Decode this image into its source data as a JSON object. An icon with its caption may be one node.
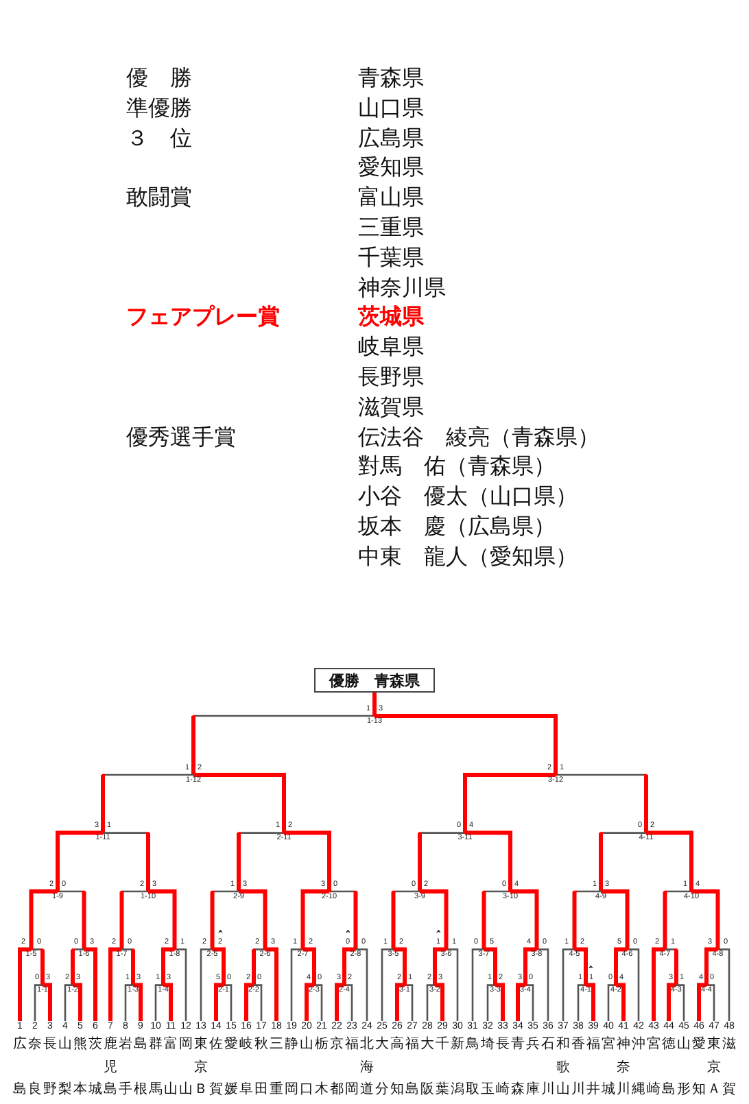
{
  "diagram": {
    "nodes": [
      {
        "text": [
          "優勝　青森県"
        ]
      },
      {
        "text": [
          "1-13"
        ],
        "beside": [
          "1",
          "3"
        ]
      },
      {
        "text": [
          "1-12"
        ],
        "beside": [
          "1",
          "2"
        ]
      },
      {
        "text": [
          "3-12"
        ],
        "beside": [
          "2",
          "1"
        ]
      },
      {
        "text": [
          "1-11"
        ],
        "beside": [
          "3",
          "1"
        ]
      },
      {
        "text": [
          "2-11"
        ],
        "beside": [
          "1",
          "2"
        ]
      },
      {
        "text": [
          "3-11"
        ],
        "beside": [
          "0",
          "4"
        ]
      },
      {
        "text": [
          "4-11"
        ],
        "beside": [
          "0",
          "2"
        ]
      },
      {
        "text": [
          "1-9"
        ],
        "beside": [
          "2",
          "0"
        ]
      },
      {
        "text": [
          "1-10"
        ],
        "beside": [
          "2",
          "3"
        ]
      },
      {
        "text": [
          "2-9"
        ],
        "beside": [
          "1",
          "3"
        ]
      },
      {
        "text": [
          "2-10"
        ],
        "beside": [
          "3",
          "0"
        ]
      },
      {
        "text": [
          "3-9"
        ],
        "beside": [
          "0",
          "2"
        ]
      },
      {
        "text": [
          "3-10"
        ],
        "beside": [
          "0",
          "4"
        ]
      },
      {
        "text": [
          "4-9"
        ],
        "beside": [
          "1",
          "3"
        ]
      },
      {
        "text": [
          "4-10"
        ],
        "beside": [
          "1",
          "4"
        ]
      },
      {
        "text": [
          "1-5"
        ],
        "beside": [
          "2",
          "0"
        ]
      },
      {
        "text": [
          "1-6"
        ],
        "beside": [
          "0",
          "3"
        ]
      },
      {
        "text": [
          "1-7"
        ],
        "beside": [
          "2",
          "0"
        ]
      },
      {
        "text": [
          "1-8"
        ],
        "beside": [
          "2",
          "1"
        ]
      },
      {
        "text": [
          "2-5"
        ],
        "beside": [
          "2",
          "2"
        ]
      },
      {
        "text": [
          "2-6"
        ],
        "beside": [
          "2",
          "3"
        ]
      },
      {
        "text": [
          "2-7"
        ],
        "beside": [
          "1",
          "2"
        ]
      },
      {
        "text": [
          "2-8"
        ],
        "beside": [
          "0",
          "0"
        ]
      },
      {
        "text": [
          "3-5"
        ],
        "beside": [
          "1",
          "2"
        ]
      },
      {
        "text": [
          "3-6"
        ],
        "beside": [
          "1",
          "1"
        ]
      },
      {
        "text": [
          "3-7"
        ],
        "beside": [
          "0",
          "5"
        ]
      },
      {
        "text": [
          "3-8"
        ],
        "beside": [
          "4",
          "0"
        ]
      },
      {
        "text": [
          "4-5"
        ],
        "beside": [
          "1",
          "2"
        ]
      },
      {
        "text": [
          "4-6"
        ],
        "beside": [
          "5",
          "0"
        ]
      },
      {
        "text": [
          "4-7"
        ],
        "beside": [
          "2",
          "1"
        ]
      },
      {
        "text": [
          "4-8"
        ],
        "beside": [
          "3",
          "0"
        ]
      },
      {
        "text": [
          "1-1"
        ],
        "beside": [
          "0",
          "3"
        ]
      },
      {
        "text": [
          "1-2"
        ],
        "beside": [
          "2",
          "3"
        ]
      },
      {
        "text": [
          "1-3"
        ],
        "beside": [
          "1",
          "3"
        ]
      },
      {
        "text": [
          "1-4"
        ],
        "beside": [
          "1",
          "3"
        ]
      },
      {
        "text": [
          "2-1"
        ],
        "beside": [
          "5",
          "0"
        ]
      },
      {
        "text": [
          "2-2"
        ],
        "beside": [
          "2",
          "0"
        ]
      },
      {
        "text": [
          "2-3"
        ],
        "beside": [
          "4",
          "0"
        ]
      },
      {
        "text": [
          "2-4"
        ],
        "beside": [
          "3",
          "2"
        ]
      },
      {
        "text": [
          "3-1"
        ],
        "beside": [
          "2",
          "1"
        ]
      },
      {
        "text": [
          "3-2"
        ],
        "beside": [
          "2",
          "3"
        ]
      },
      {
        "text": [
          "3-3"
        ],
        "beside": [
          "1",
          "2"
        ]
      },
      {
        "text": [
          "3-4"
        ],
        "beside": [
          "3",
          "0"
        ]
      },
      {
        "text": [
          "4-1"
        ],
        "beside": [
          "1",
          "1"
        ]
      },
      {
        "text": [
          "4-2"
        ],
        "beside": [
          "0",
          "4"
        ]
      },
      {
        "text": [
          "4-3"
        ],
        "beside": [
          "3",
          "1"
        ]
      },
      {
        "text": [
          "4-4"
        ],
        "beside": [
          "4",
          "0"
        ]
      },
      {
        "text": [
          "1",
          "広島"
        ]
      },
      {
        "text": [
          "2",
          "奈良"
        ]
      },
      {
        "text": [
          "3",
          "長野"
        ]
      },
      {
        "text": [
          "4",
          "山梨"
        ]
      },
      {
        "text": [
          "5",
          "熊本"
        ]
      },
      {
        "text": [
          "6",
          "茨城"
        ]
      },
      {
        "text": [
          "7",
          "鹿児島"
        ]
      },
      {
        "text": [
          "8",
          "岩手"
        ]
      },
      {
        "text": [
          "9",
          "島根"
        ]
      },
      {
        "text": [
          "10",
          "群馬"
        ]
      },
      {
        "text": [
          "11",
          "富山"
        ]
      },
      {
        "text": [
          "12",
          "岡山"
        ]
      },
      {
        "text": [
          "13",
          "東京Ｂ"
        ]
      },
      {
        "text": [
          "14",
          "佐賀"
        ]
      },
      {
        "text": [
          "15",
          "愛媛"
        ]
      },
      {
        "text": [
          "16",
          "岐阜"
        ]
      },
      {
        "text": [
          "17",
          "秋田"
        ]
      },
      {
        "text": [
          "18",
          "三重"
        ]
      },
      {
        "text": [
          "19",
          "静岡"
        ]
      },
      {
        "text": [
          "20",
          "山口"
        ]
      },
      {
        "text": [
          "21",
          "栃木"
        ]
      },
      {
        "text": [
          "22",
          "京都"
        ]
      },
      {
        "text": [
          "23",
          "福岡"
        ]
      },
      {
        "text": [
          "24",
          "北海道"
        ]
      },
      {
        "text": [
          "25",
          "大分"
        ]
      },
      {
        "text": [
          "26",
          "高知"
        ]
      },
      {
        "text": [
          "27",
          "福島"
        ]
      },
      {
        "text": [
          "28",
          "大阪"
        ]
      },
      {
        "text": [
          "29",
          "千葉"
        ]
      },
      {
        "text": [
          "30",
          "新潟"
        ]
      },
      {
        "text": [
          "31",
          "鳥取"
        ]
      },
      {
        "text": [
          "32",
          "埼玉"
        ]
      },
      {
        "text": [
          "33",
          "長崎"
        ]
      },
      {
        "text": [
          "34",
          "青森"
        ]
      },
      {
        "text": [
          "35",
          "兵庫"
        ]
      },
      {
        "text": [
          "36",
          "石川"
        ]
      },
      {
        "text": [
          "37",
          "和歌山"
        ]
      },
      {
        "text": [
          "38",
          "香川"
        ]
      },
      {
        "text": [
          "39",
          "福井"
        ]
      },
      {
        "text": [
          "40",
          "宮城"
        ]
      },
      {
        "text": [
          "41",
          "神奈川"
        ]
      },
      {
        "text": [
          "42",
          "沖縄"
        ]
      },
      {
        "text": [
          "43",
          "宮崎"
        ]
      },
      {
        "text": [
          "44",
          "徳島"
        ]
      },
      {
        "text": [
          "45",
          "山形"
        ]
      },
      {
        "text": [
          "46",
          "愛知"
        ]
      },
      {
        "text": [
          "47",
          "東京Ａ"
        ]
      },
      {
        "text": [
          "48",
          "滋賀"
        ]
      }
    ],
    "edges": [
      {
        "from": 2,
        "to": 1,
        "arrow": "none",
        "color": "#555555"
      },
      {
        "from": 3,
        "to": 1,
        "arrow": "none"
      },
      {
        "from": 4,
        "to": 2,
        "arrow": "none",
        "color": "#555555"
      },
      {
        "from": 5,
        "to": 2,
        "arrow": "none"
      },
      {
        "from": 6,
        "to": 3,
        "arrow": "none"
      },
      {
        "from": 7,
        "to": 3,
        "arrow": "none",
        "color": "#555555"
      },
      {
        "from": 8,
        "to": 4,
        "arrow": "none"
      },
      {
        "from": 9,
        "to": 4,
        "arrow": "none",
        "color": "#555555"
      },
      {
        "from": 10,
        "to": 5,
        "arrow": "none",
        "color": "#555555"
      },
      {
        "from": 11,
        "to": 5,
        "arrow": "none"
      },
      {
        "from": 12,
        "to": 6,
        "arrow": "none",
        "color": "#555555"
      },
      {
        "from": 13,
        "to": 6,
        "arrow": "none"
      },
      {
        "from": 14,
        "to": 7,
        "arrow": "none",
        "color": "#555555"
      },
      {
        "from": 15,
        "to": 7,
        "arrow": "none"
      },
      {
        "from": 16,
        "to": 8,
        "arrow": "none"
      },
      {
        "from": 17,
        "to": 8,
        "arrow": "none",
        "color": "#555555"
      },
      {
        "from": 18,
        "to": 9,
        "arrow": "none",
        "color": "#555555"
      },
      {
        "from": 19,
        "to": 9,
        "arrow": "none"
      },
      {
        "from": 20,
        "to": 10,
        "arrow": "none",
        "color": "#555555"
      },
      {
        "from": 21,
        "to": 10,
        "arrow": "none"
      },
      {
        "from": 22,
        "to": 11,
        "arrow": "none"
      },
      {
        "from": 23,
        "to": 11,
        "arrow": "none",
        "color": "#555555"
      },
      {
        "from": 24,
        "to": 12,
        "arrow": "none",
        "color": "#555555"
      },
      {
        "from": 25,
        "to": 12,
        "arrow": "none"
      },
      {
        "from": 26,
        "to": 13,
        "arrow": "none",
        "color": "#555555"
      },
      {
        "from": 27,
        "to": 13,
        "arrow": "none"
      },
      {
        "from": 28,
        "to": 14,
        "arrow": "none",
        "color": "#555555"
      },
      {
        "from": 29,
        "to": 14,
        "arrow": "none"
      },
      {
        "from": 30,
        "to": 15,
        "arrow": "none",
        "color": "#555555"
      },
      {
        "from": 31,
        "to": 15,
        "arrow": "none"
      },
      {
        "from": 48,
        "to": 16,
        "arrow": "none"
      },
      {
        "from": 32,
        "to": 16,
        "arrow": "none",
        "color": "#555555"
      },
      {
        "from": 33,
        "to": 17,
        "arrow": "none",
        "color": "#555555"
      },
      {
        "from": 53,
        "to": 17,
        "arrow": "none"
      },
      {
        "from": 54,
        "to": 18,
        "arrow": "none"
      },
      {
        "from": 34,
        "to": 18,
        "arrow": "none",
        "color": "#555555"
      },
      {
        "from": 35,
        "to": 19,
        "arrow": "none"
      },
      {
        "from": 59,
        "to": 19,
        "arrow": "none",
        "color": "#555555"
      },
      {
        "from": 60,
        "to": 20,
        "arrow": "none",
        "color": "#555555"
      },
      {
        "from": 36,
        "to": 20,
        "arrow": "none"
      },
      {
        "from": 37,
        "to": 21,
        "arrow": "none",
        "color": "#555555"
      },
      {
        "from": 65,
        "to": 21,
        "arrow": "none"
      },
      {
        "from": 66,
        "to": 22,
        "arrow": "none",
        "color": "#555555"
      },
      {
        "from": 38,
        "to": 22,
        "arrow": "none"
      },
      {
        "from": 39,
        "to": 23,
        "arrow": "none"
      },
      {
        "from": 71,
        "to": 23,
        "arrow": "none",
        "color": "#555555"
      },
      {
        "from": 72,
        "to": 24,
        "arrow": "none",
        "color": "#555555"
      },
      {
        "from": 40,
        "to": 24,
        "arrow": "none"
      },
      {
        "from": 41,
        "to": 25,
        "arrow": "none"
      },
      {
        "from": 77,
        "to": 25,
        "arrow": "none",
        "color": "#555555"
      },
      {
        "from": 78,
        "to": 26,
        "arrow": "none",
        "color": "#555555"
      },
      {
        "from": 42,
        "to": 26,
        "arrow": "none"
      },
      {
        "from": 43,
        "to": 27,
        "arrow": "none"
      },
      {
        "from": 83,
        "to": 27,
        "arrow": "none",
        "color": "#555555"
      },
      {
        "from": 84,
        "to": 28,
        "arrow": "none",
        "color": "#555555"
      },
      {
        "from": 44,
        "to": 28,
        "arrow": "none"
      },
      {
        "from": 45,
        "to": 29,
        "arrow": "none"
      },
      {
        "from": 89,
        "to": 29,
        "arrow": "none",
        "color": "#555555"
      },
      {
        "from": 90,
        "to": 30,
        "arrow": "none"
      },
      {
        "from": 46,
        "to": 30,
        "arrow": "none",
        "color": "#555555"
      },
      {
        "from": 47,
        "to": 31,
        "arrow": "none"
      },
      {
        "from": 95,
        "to": 31,
        "arrow": "none",
        "color": "#555555"
      },
      {
        "from": 49,
        "to": 32,
        "arrow": "none",
        "color": "#555555"
      },
      {
        "from": 50,
        "to": 32,
        "arrow": "none"
      },
      {
        "from": 51,
        "to": 33,
        "arrow": "none",
        "color": "#555555"
      },
      {
        "from": 52,
        "to": 33,
        "arrow": "none"
      },
      {
        "from": 55,
        "to": 34,
        "arrow": "none",
        "color": "#555555"
      },
      {
        "from": 56,
        "to": 34,
        "arrow": "none"
      },
      {
        "from": 57,
        "to": 35,
        "arrow": "none",
        "color": "#555555"
      },
      {
        "from": 58,
        "to": 35,
        "arrow": "none"
      },
      {
        "from": 61,
        "to": 36,
        "arrow": "none"
      },
      {
        "from": 62,
        "to": 36,
        "arrow": "none",
        "color": "#555555"
      },
      {
        "from": 63,
        "to": 37,
        "arrow": "none"
      },
      {
        "from": 64,
        "to": 37,
        "arrow": "none",
        "color": "#555555"
      },
      {
        "from": 67,
        "to": 38,
        "arrow": "none"
      },
      {
        "from": 68,
        "to": 38,
        "arrow": "none",
        "color": "#555555"
      },
      {
        "from": 69,
        "to": 39,
        "arrow": "none"
      },
      {
        "from": 70,
        "to": 39,
        "arrow": "none",
        "color": "#555555"
      },
      {
        "from": 73,
        "to": 40,
        "arrow": "none"
      },
      {
        "from": 74,
        "to": 40,
        "arrow": "none",
        "color": "#555555"
      },
      {
        "from": 75,
        "to": 41,
        "arrow": "none",
        "color": "#555555"
      },
      {
        "from": 76,
        "to": 41,
        "arrow": "none"
      },
      {
        "from": 79,
        "to": 42,
        "arrow": "none",
        "color": "#555555"
      },
      {
        "from": 80,
        "to": 42,
        "arrow": "none"
      },
      {
        "from": 81,
        "to": 43,
        "arrow": "none"
      },
      {
        "from": 82,
        "to": 43,
        "arrow": "none",
        "color": "#555555"
      },
      {
        "from": 85,
        "to": 44,
        "arrow": "none",
        "color": "#555555"
      },
      {
        "from": 86,
        "to": 44,
        "arrow": "none"
      },
      {
        "from": 87,
        "to": 45,
        "arrow": "none",
        "color": "#555555"
      },
      {
        "from": 88,
        "to": 45,
        "arrow": "none"
      },
      {
        "from": 91,
        "to": 46,
        "arrow": "none"
      },
      {
        "from": 92,
        "to": 46,
        "arrow": "none",
        "color": "#555555"
      },
      {
        "from": 93,
        "to": 47,
        "arrow": "none"
      },
      {
        "from": 94,
        "to": 47,
        "arrow": "none",
        "color": "#555555"
      },
      {
        "from": 1,
        "to": 0,
        "arrow": "none"
      }
    ],
    "labels": [
      "優　勝",
      "青森県",
      "準優勝",
      "山口県",
      "３　位",
      "広島県",
      "愛知県",
      "敢闘賞",
      "富山県",
      "三重県",
      "千葉県",
      "神奈川県",
      "フェアプレー賞",
      "茨城県",
      "岐阜県",
      "長野県",
      "滋賀県",
      "優秀選手賞",
      "伝法谷　綾亮（青森県）",
      "對馬　佑（青森県）",
      "小谷　優太（山口県）",
      "坂本　慶（広島県）",
      "中東　龍人（愛知県）"
    ]
  }
}
